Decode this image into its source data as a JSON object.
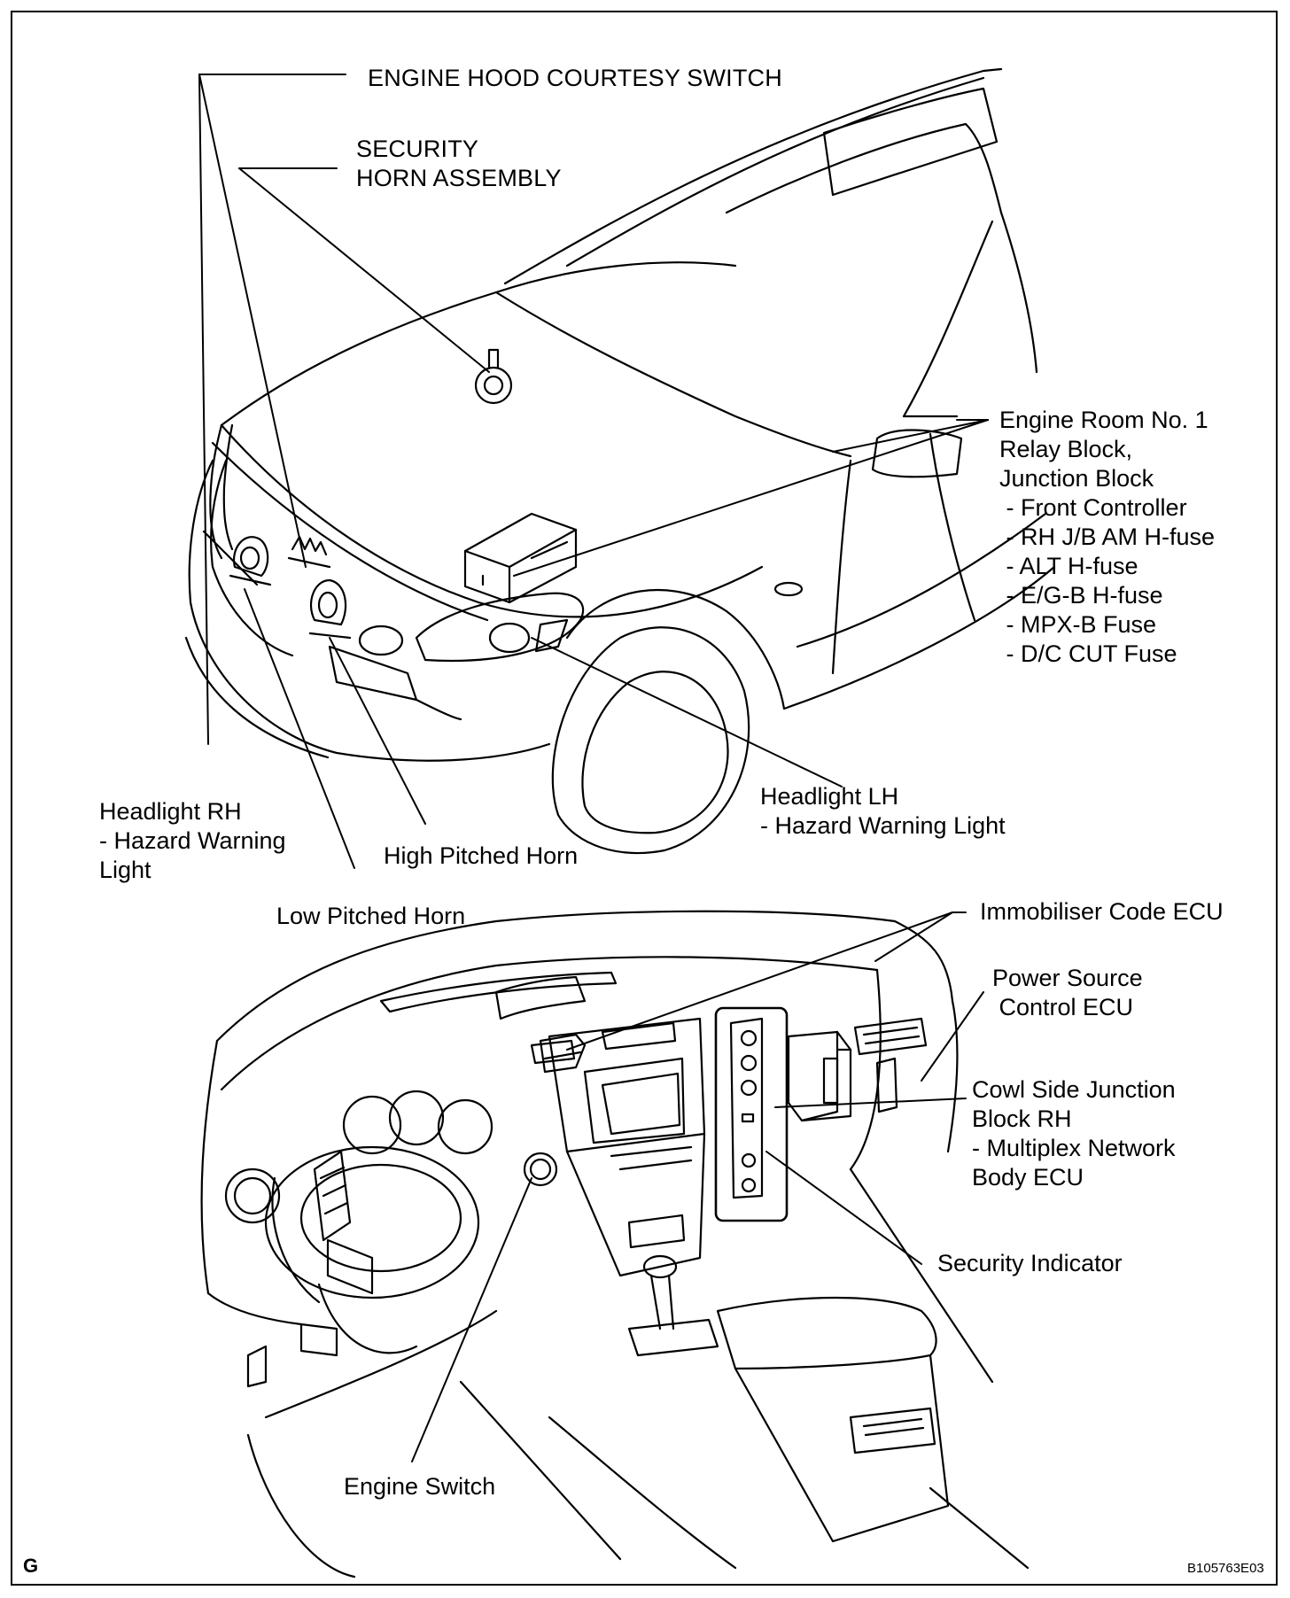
{
  "labels": {
    "engine_hood_courtesy_switch": "ENGINE HOOD COURTESY SWITCH",
    "security_horn_line1": "SECURITY",
    "security_horn_line2": "HORN ASSEMBLY",
    "relay_block_lines": [
      "Engine Room No. 1",
      "Relay Block,",
      "Junction Block",
      " - Front Controller",
      " - RH J/B AM H-fuse",
      " - ALT H-fuse",
      " - E/G-B H-fuse",
      " - MPX-B Fuse",
      " - D/C CUT Fuse"
    ],
    "headlight_rh_lines": [
      "Headlight RH",
      "- Hazard Warning",
      "Light"
    ],
    "high_pitched_horn": "High Pitched Horn",
    "low_pitched_horn": "Low Pitched Horn",
    "headlight_lh_lines": [
      "Headlight LH",
      "- Hazard Warning Light"
    ],
    "immobiliser_code_ecu": "Immobiliser Code ECU",
    "power_source_lines": [
      "Power Source",
      " Control ECU"
    ],
    "cowl_side_lines": [
      "Cowl Side Junction",
      "Block RH",
      "- Multiplex Network",
      "Body ECU"
    ],
    "security_indicator": "Security Indicator",
    "engine_switch": "Engine Switch"
  },
  "corner_letter": "G",
  "figure_code": "B105763E03"
}
